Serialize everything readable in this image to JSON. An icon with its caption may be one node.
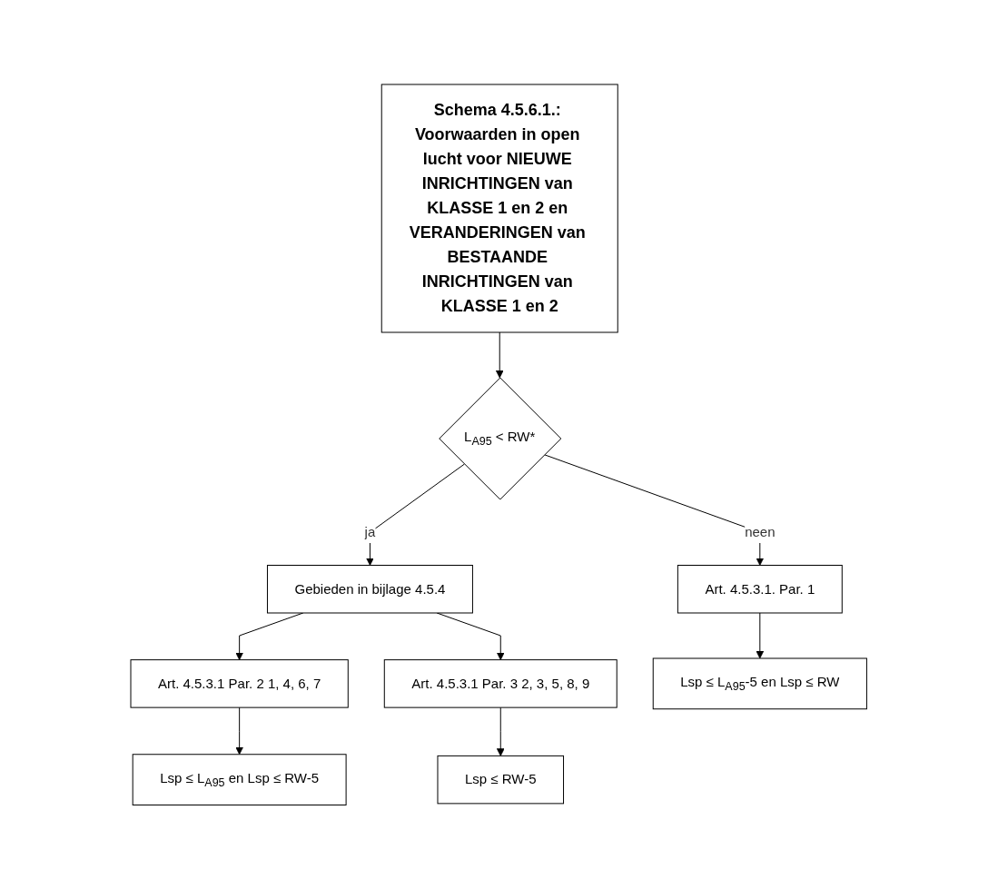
{
  "diagram": {
    "nodes": [
      {
        "text": [
          "Schema 4.5.6.1.: Voorwaarden in open lucht voor NIEUWE INRICHTINGEN van KLASSE 1 en 2 en VERANDERINGEN van BESTAANDE INRICHTINGEN van KLASSE 1 en 2"
        ]
      },
      {
        "text": [
          "L$_{A95}$ < RW*"
        ]
      },
      {
        "text": [
          "Art. 4.5.3.1. Par. 1"
        ]
      },
      {
        "text": [
          "Art. 4.5.3.1 Par. 2 1, 4, 6, 7"
        ]
      },
      {
        "text": [
          "Gebieden in bijlage 4.5.4"
        ]
      },
      {
        "text": [
          "Art. 4.5.3.1 Par. 3 2, 3, 5, 8, 9"
        ]
      },
      {
        "text": [
          "Lsp ≤ L$_{A95}$ en Lsp ≤ RW-5"
        ]
      },
      {
        "text": [
          "Lsp ≤ RW-5"
        ]
      },
      {
        "text": [
          "Lsp ≤ L$_{A95}$-5 en Lsp ≤ RW"
        ]
      }
    ],
    "edges": [
      {
        "from": 0,
        "to": 1,
        "arrow": "to"
      },
      {
        "from": 1,
        "to": 4,
        "arrow": "to",
        "label": "ja"
      },
      {
        "from": 1,
        "to": 2,
        "arrow": "to",
        "label": "neen"
      },
      {
        "from": 4,
        "to": 3,
        "arrow": "to"
      },
      {
        "from": 4,
        "to": 5,
        "arrow": "to"
      },
      {
        "from": 3,
        "to": 6,
        "arrow": "to"
      },
      {
        "from": 5,
        "to": 7,
        "arrow": "to"
      },
      {
        "from": 2,
        "to": 8,
        "arrow": "to"
      }
    ]
  }
}
